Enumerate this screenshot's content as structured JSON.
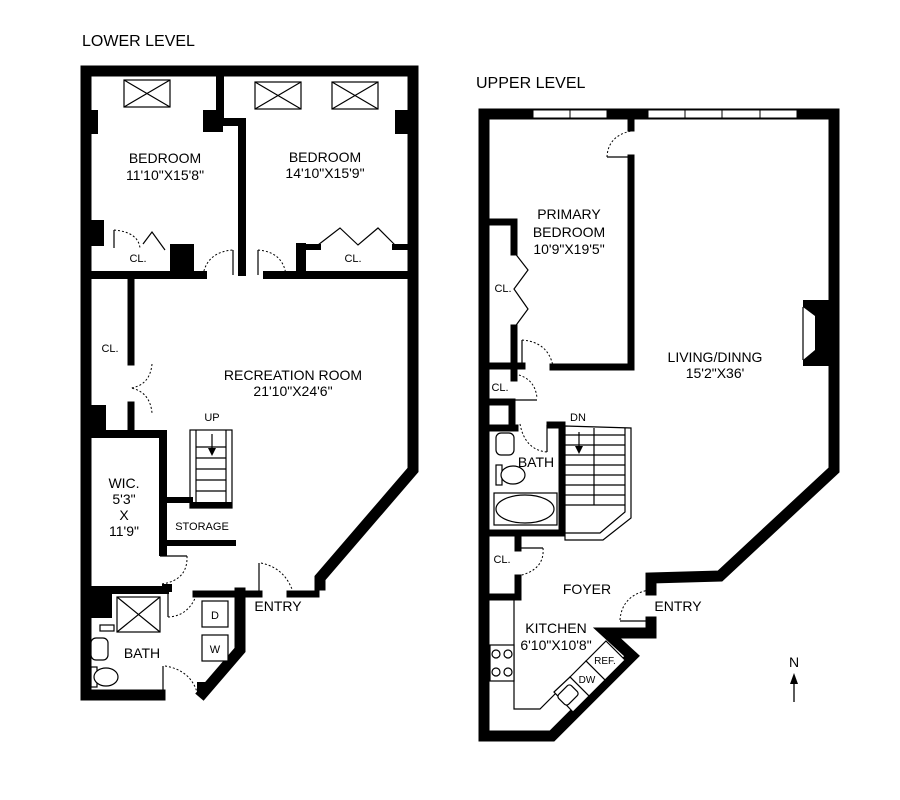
{
  "lower_level": {
    "title": "LOWER LEVEL",
    "rooms": [
      {
        "name": "BEDROOM",
        "dims": "11'10\"X15'8\""
      },
      {
        "name": "BEDROOM",
        "dims": "14'10\"X15'9\""
      },
      {
        "name": "RECREATION ROOM",
        "dims": "21'10\"X24'6\""
      },
      {
        "name": "WIC.",
        "dims_line1": "5'3\"",
        "dims_line2": "X",
        "dims_line3": "11'9\""
      },
      {
        "name": "BATH"
      }
    ],
    "labels": {
      "closet_1": "CL.",
      "closet_2": "CL.",
      "closet_3": "CL.",
      "stairs": "UP",
      "storage": "STORAGE",
      "dryer": "D",
      "washer": "W",
      "entry": "ENTRY"
    }
  },
  "upper_level": {
    "title": "UPPER LEVEL",
    "rooms": [
      {
        "name_line1": "PRIMARY",
        "name_line2": "BEDROOM",
        "dims": "10'9\"X19'5\""
      },
      {
        "name": "LIVING/DINNG",
        "dims": "15'2\"X36'"
      },
      {
        "name": "BATH"
      },
      {
        "name": "FOYER"
      },
      {
        "name": "KITCHEN",
        "dims": "6'10\"X10'8\""
      }
    ],
    "labels": {
      "closet_1": "CL.",
      "closet_2": "CL.",
      "closet_3": "CL.",
      "stairs": "DN",
      "entry": "ENTRY",
      "refrigerator": "REF.",
      "dishwasher": "DW"
    }
  },
  "compass": {
    "label": "N",
    "icon": "north-arrow-icon"
  }
}
